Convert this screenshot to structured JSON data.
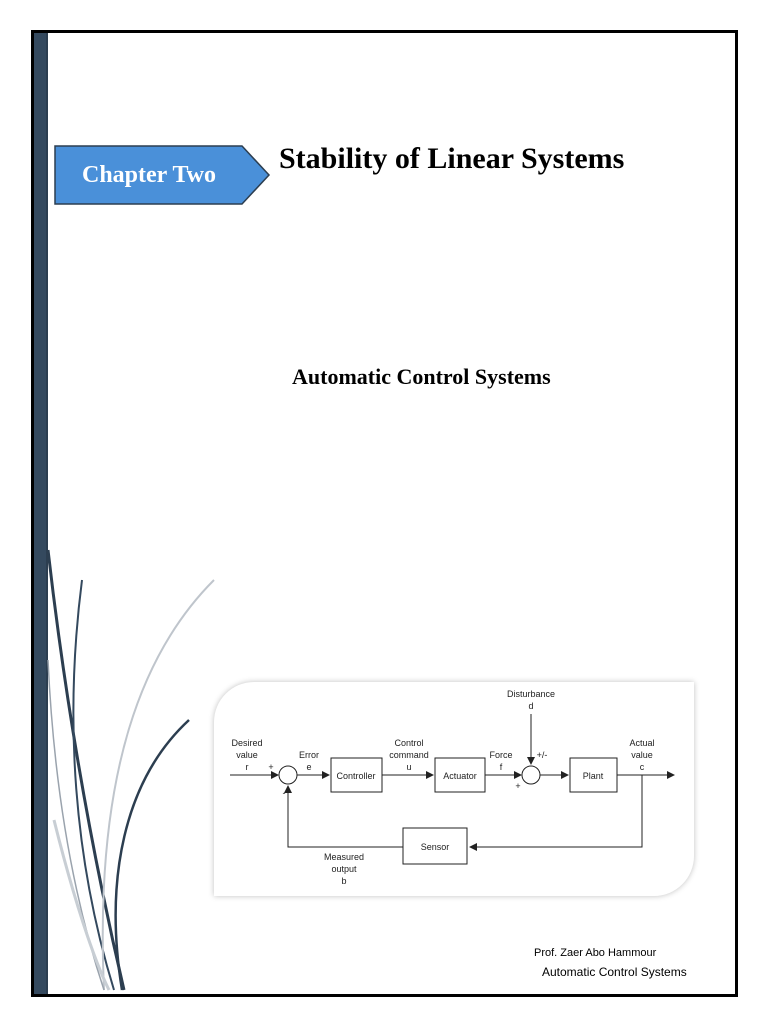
{
  "chapter": {
    "label": "Chapter Two"
  },
  "title": "Stability of Linear Systems",
  "subtitle": "Automatic Control Systems",
  "diagram": {
    "blocks": {
      "controller": "Controller",
      "actuator": "Actuator",
      "plant": "Plant",
      "sensor": "Sensor"
    },
    "labels": {
      "desired1": "Desired",
      "desired2": "value",
      "desired3": "r",
      "error1": "Error",
      "error2": "e",
      "control1": "Control",
      "control2": "command",
      "control3": "u",
      "force1": "Force",
      "force2": "f",
      "disturbance1": "Disturbance",
      "disturbance2": "d",
      "plusminus": "+/-",
      "actual1": "Actual",
      "actual2": "value",
      "actual3": "c",
      "measured1": "Measured",
      "measured2": "output",
      "measured3": "b",
      "plus1": "+",
      "minus1": "-",
      "plus2": "+"
    }
  },
  "footer": {
    "author": "Prof. Zaer Abo Hammour",
    "course": "Automatic Control Systems"
  },
  "colors": {
    "tab_fill": "#4a90d9",
    "tab_stroke": "#2c3e50",
    "spine": "#34495e"
  }
}
